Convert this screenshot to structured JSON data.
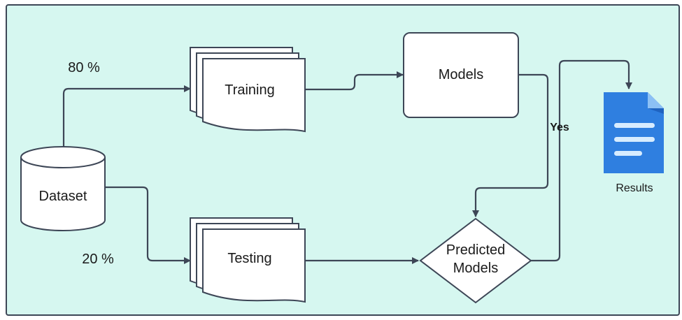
{
  "diagram": {
    "background_color": "#d6f7f0",
    "stroke_color": "#3d4656",
    "nodes": {
      "dataset": {
        "label": "Dataset",
        "shape": "cylinder"
      },
      "training": {
        "label": "Training",
        "shape": "multi-document"
      },
      "testing": {
        "label": "Testing",
        "shape": "multi-document"
      },
      "models": {
        "label": "Models",
        "shape": "rounded-rectangle"
      },
      "predicted": {
        "line1": "Predicted",
        "line2": "Models",
        "shape": "diamond"
      },
      "results": {
        "label": "Results",
        "icon": "document-icon",
        "icon_color": "#2f7fe0"
      }
    },
    "edge_labels": {
      "train_split": "80 %",
      "test_split": "20 %",
      "decision": "Yes"
    }
  }
}
